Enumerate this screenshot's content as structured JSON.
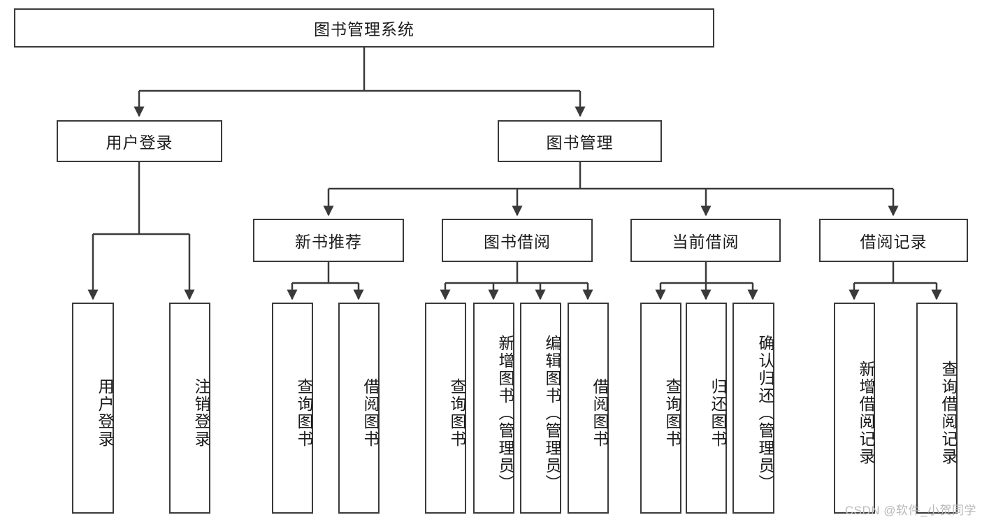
{
  "diagram": {
    "title": "图书管理系统",
    "type": "tree-hierarchy-diagram",
    "watermark": "CSDN @软件_小贺同学",
    "colors": {
      "background": "#ffffff",
      "border": "#3a3a3a",
      "connector": "#3a3a3a",
      "text": "#1a1a1a",
      "watermark": "#b9b9b9"
    },
    "root": {
      "label": "图书管理系统"
    },
    "level1": [
      {
        "label": "用户登录"
      },
      {
        "label": "图书管理"
      }
    ],
    "level2": [
      {
        "label": "新书推荐"
      },
      {
        "label": "图书借阅"
      },
      {
        "label": "当前借阅"
      },
      {
        "label": "借阅记录"
      }
    ],
    "leaves": {
      "user_login": [
        {
          "label": "用户登录"
        },
        {
          "label": "注销登录"
        }
      ],
      "new_book_recommend": [
        {
          "label": "查询图书"
        },
        {
          "label": "借阅图书"
        }
      ],
      "book_borrow": [
        {
          "label": "查询图书"
        },
        {
          "label": "新增图书（管理员）"
        },
        {
          "label": "编辑图书（管理员）"
        },
        {
          "label": "借阅图书"
        }
      ],
      "current_borrow": [
        {
          "label": "查询图书"
        },
        {
          "label": "归还图书"
        },
        {
          "label": "确认归还（管理员）"
        }
      ],
      "borrow_record": [
        {
          "label": "新增借阅记录"
        },
        {
          "label": "查询借阅记录"
        }
      ]
    }
  }
}
